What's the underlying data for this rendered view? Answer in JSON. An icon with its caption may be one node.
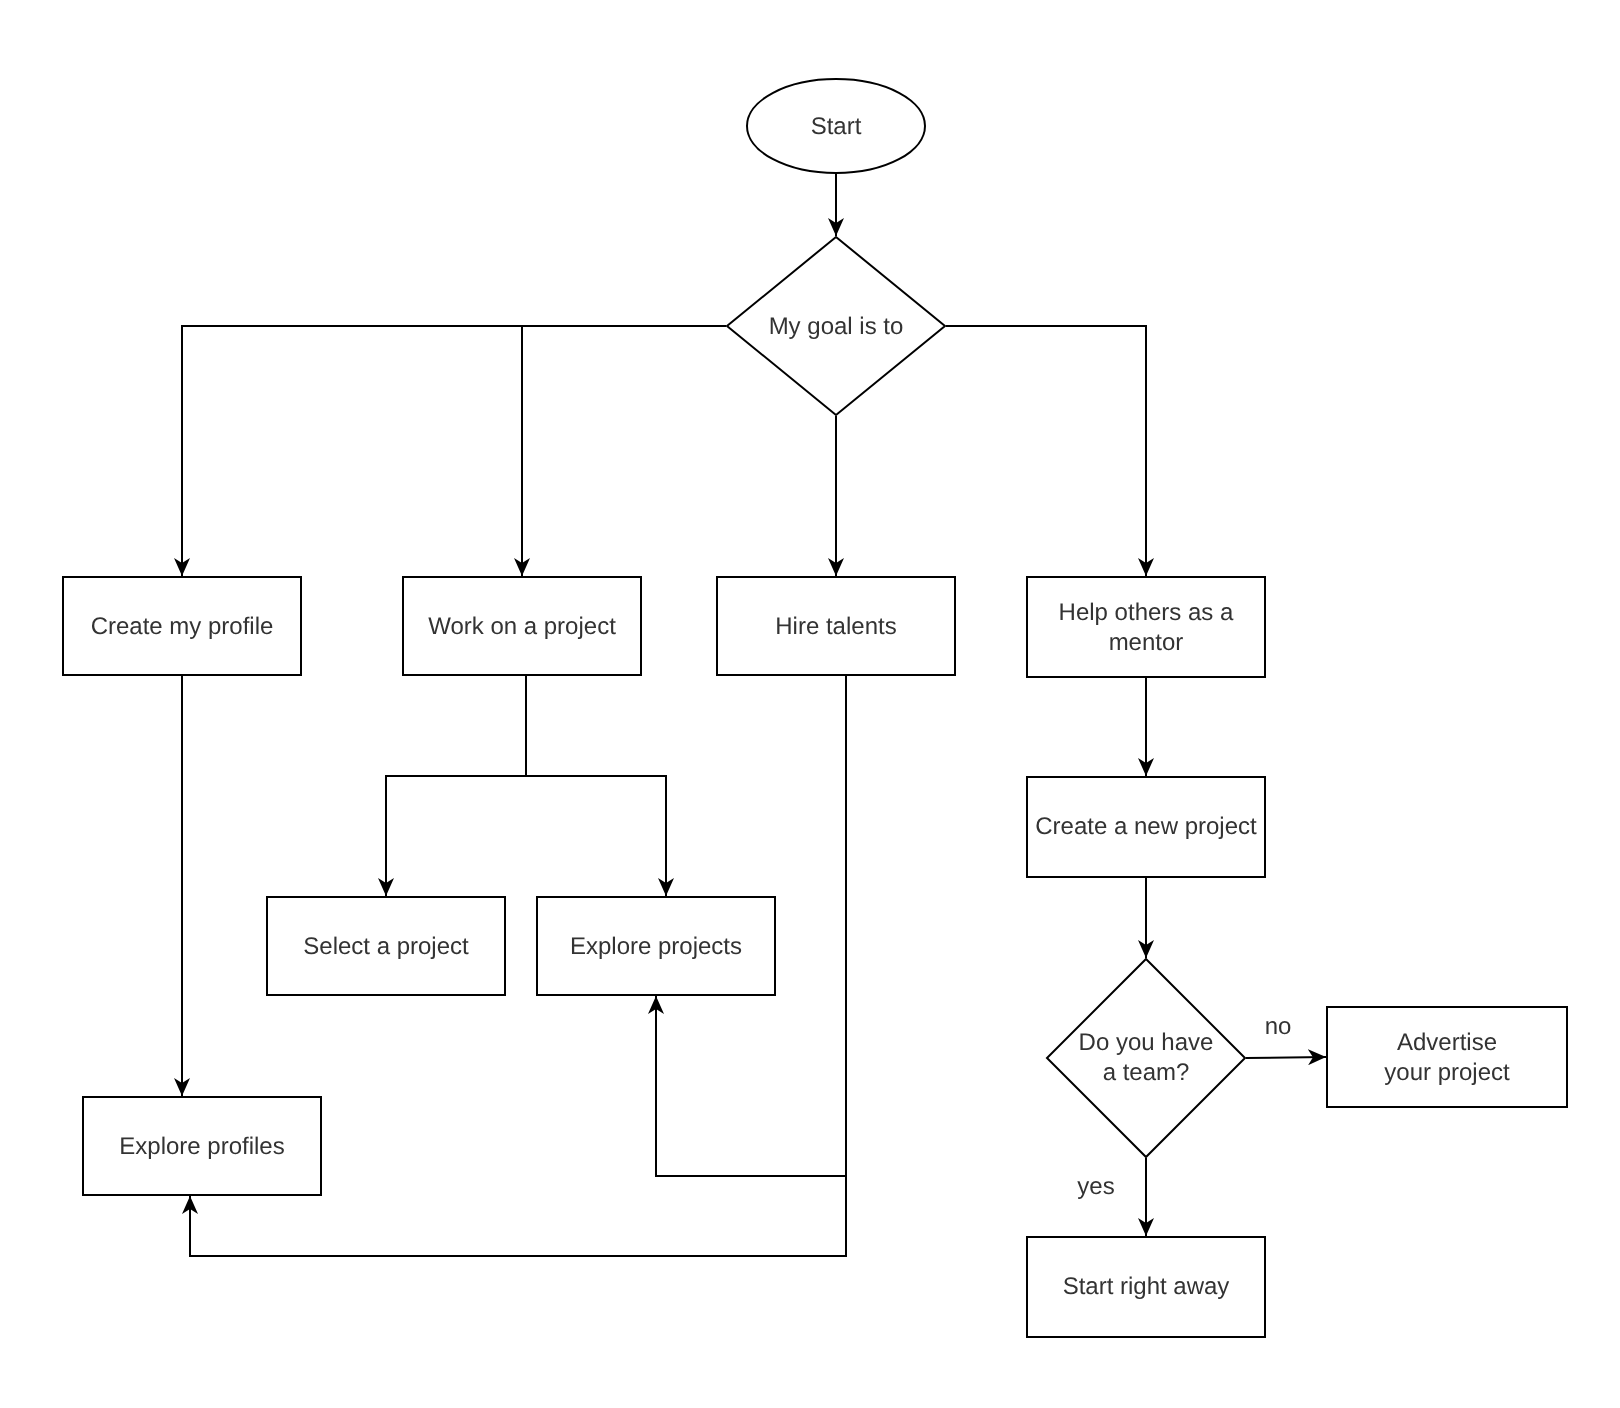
{
  "diagram": {
    "nodes": [
      {
        "text": [
          "Start"
        ]
      },
      {
        "text": [
          "My goal is to"
        ]
      },
      {
        "text": [
          "Create my profile"
        ]
      },
      {
        "text": [
          "Work on a project"
        ]
      },
      {
        "text": [
          "Hire talents"
        ]
      },
      {
        "text": [
          "Help others as a mentor"
        ]
      },
      {
        "text": [
          "Create a new project"
        ]
      },
      {
        "text": [
          "Select a project"
        ]
      },
      {
        "text": [
          "Explore projects"
        ]
      },
      {
        "text": [
          "Do you have a team?"
        ]
      },
      {
        "text": [
          "Advertise your project"
        ]
      },
      {
        "text": [
          "Explore profiles"
        ]
      },
      {
        "text": [
          "Start right away"
        ]
      }
    ],
    "edges": [
      {
        "from": 0,
        "to": 1,
        "arrow": "to"
      },
      {
        "from": 1,
        "to": 2,
        "arrow": "to"
      },
      {
        "from": 1,
        "to": 3,
        "arrow": "to"
      },
      {
        "from": 1,
        "to": 4,
        "arrow": "to"
      },
      {
        "from": 1,
        "to": 5,
        "arrow": "to"
      },
      {
        "from": 2,
        "to": 11,
        "arrow": "to"
      },
      {
        "from": 3,
        "to": 7,
        "arrow": "to"
      },
      {
        "from": 3,
        "to": 8,
        "arrow": "to"
      },
      {
        "from": 4,
        "to": 8,
        "arrow": "to"
      },
      {
        "from": 4,
        "to": 11,
        "arrow": "to"
      },
      {
        "from": 5,
        "to": 6,
        "arrow": "to"
      },
      {
        "from": 6,
        "to": 9,
        "arrow": "to"
      },
      {
        "from": 9,
        "to": 10,
        "label": "no",
        "arrow": "to"
      },
      {
        "from": 9,
        "to": 12,
        "label": "yes",
        "arrow": "to"
      }
    ]
  }
}
